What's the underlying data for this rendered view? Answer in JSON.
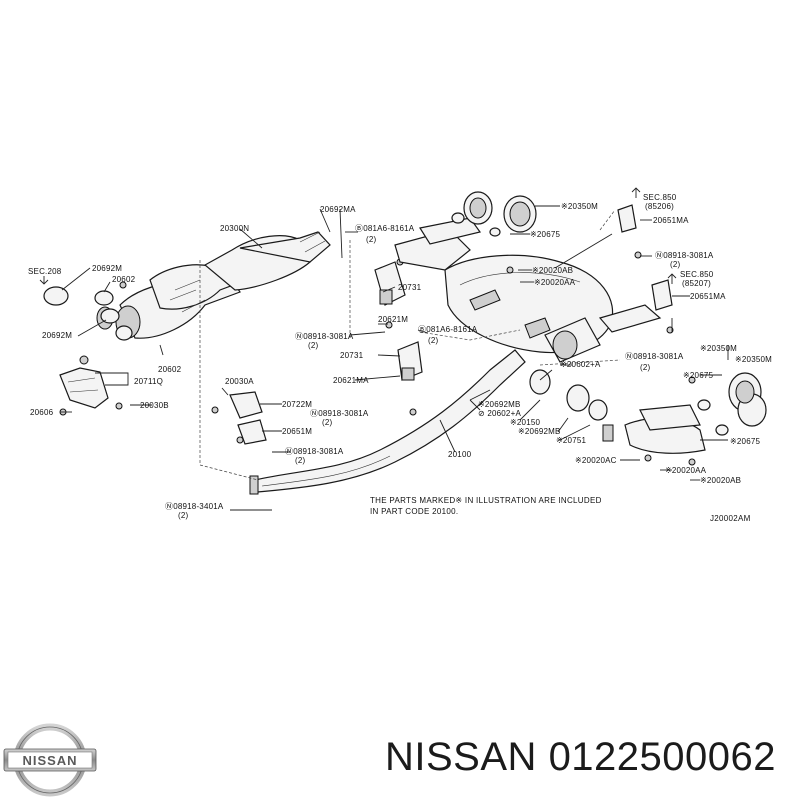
{
  "diagram": {
    "labels": {
      "sec208": "SEC.208",
      "p20692M_a": "20692M",
      "p20602_a": "20602",
      "p20692M_b": "20692M",
      "p20300N": "20300N",
      "p20692MA_top": "20692MA",
      "p081A6_a": "Ⓑ081A6-8161A",
      "p081A6_a_qty": "(2)",
      "p20731_a": "20731",
      "p20621M": "20621M",
      "p08918_a": "Ⓝ08918-3081A",
      "p08918_a_qty": "(2)",
      "p081A6_b": "Ⓑ081A6-8161A",
      "p081A6_b_qty": "(2)",
      "p20731_b": "20731",
      "p20621MA": "20621MA",
      "p20602_b": "20602",
      "p20711Q": "20711Q",
      "p20606": "20606",
      "p20030B": "20030B",
      "p20030A": "20030A",
      "p20722M": "20722M",
      "p08918_b": "Ⓝ08918-3081A",
      "p08918_b_qty": "(2)",
      "p20651M": "20651M",
      "p08918_c": "Ⓝ08918-3081A",
      "p08918_c_qty": "(2)",
      "p08918_d": "Ⓝ08918-3401A",
      "p08918_d_qty": "(2)",
      "p20100": "20100",
      "p20350M_a": "※20350M",
      "p20675_a": "※20675",
      "p20020AB_a": "※20020AB",
      "p20020AA_a": "※20020AA",
      "sec850_a": "SEC.850",
      "sec850_a_ref": "(85206)",
      "p20651MA_a": "20651MA",
      "p08918_e": "Ⓝ08918-3081A",
      "p08918_e_qty": "(2)",
      "sec850_b": "SEC.850",
      "sec850_b_ref": "(85207)",
      "p20651MA_b": "20651MA",
      "p20602A_a": "※20602+A",
      "p20692MB_a": "※20692MB",
      "p20602A_b": "⊘ 20602+A",
      "p20150": "※20150",
      "p20692MB_b": "※20692MB",
      "p20751": "※20751",
      "p08918_f": "Ⓝ08918-3081A",
      "p08918_f_qty": "(2)",
      "p20350M_b": "※20350M",
      "p20350M_c": "※20350M",
      "p20675_b": "※20675",
      "p20675_c": "※20675",
      "p20020AC": "※20020AC",
      "p20020AA_b": "※20020AA",
      "p20020AB_b": "※20020AB"
    },
    "note_line1": "THE PARTS MARKED※ IN ILLUSTRATION ARE INCLUDED",
    "note_line2": "IN PART CODE 20100.",
    "drawing_code": "J20002AM"
  },
  "logo": {
    "text": "NISSAN"
  },
  "brand": {
    "name": "NISSAN",
    "part_number": "0122500062"
  },
  "colors": {
    "ink": "#111111",
    "background": "#ffffff",
    "logo_chrome": "#8a8a8a"
  }
}
